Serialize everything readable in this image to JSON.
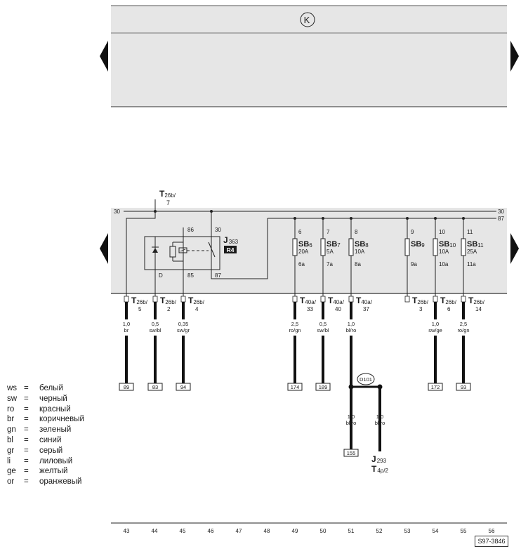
{
  "header": {
    "symbol": "K"
  },
  "top_label": {
    "connector": "T",
    "sub": "26b/",
    "pin": "7"
  },
  "bus": {
    "left_30": "30",
    "right_30": "30",
    "right_87": "87"
  },
  "relay": {
    "id_letter": "J",
    "id_sub": "363",
    "badge": "R4",
    "pin_86": "86",
    "pin_30": "30",
    "pin_85": "85",
    "pin_87": "87",
    "diode_label": "D"
  },
  "fuses": [
    {
      "top_pin": "6",
      "name": "SB",
      "sub": "6",
      "rating": "20A",
      "bottom_pin": "6a"
    },
    {
      "top_pin": "7",
      "name": "SB",
      "sub": "7",
      "rating": "5A",
      "bottom_pin": "7a"
    },
    {
      "top_pin": "8",
      "name": "SB",
      "sub": "8",
      "rating": "10A",
      "bottom_pin": "8a"
    },
    {
      "top_pin": "9",
      "name": "SB",
      "sub": "9",
      "rating": "",
      "bottom_pin": "9a"
    },
    {
      "top_pin": "10",
      "name": "SB",
      "sub": "10",
      "rating": "10A",
      "bottom_pin": "10a"
    },
    {
      "top_pin": "11",
      "name": "SB",
      "sub": "11",
      "rating": "25A",
      "bottom_pin": "11a"
    }
  ],
  "connectors": [
    {
      "main": "T",
      "sub": "26b/",
      "pin": "5"
    },
    {
      "main": "T",
      "sub": "26b/",
      "pin": "2"
    },
    {
      "main": "T",
      "sub": "26b/",
      "pin": "4"
    },
    {
      "main": "T",
      "sub": "40a/",
      "pin": "33"
    },
    {
      "main": "T",
      "sub": "40a/",
      "pin": "40"
    },
    {
      "main": "T",
      "sub": "40a/",
      "pin": "37"
    },
    {
      "main": "T",
      "sub": "26b/",
      "pin": "3"
    },
    {
      "main": "T",
      "sub": "26b/",
      "pin": "6"
    },
    {
      "main": "T",
      "sub": "26b/",
      "pin": "14"
    }
  ],
  "wires": [
    {
      "size": "1,0",
      "color": "br",
      "ref": "89"
    },
    {
      "size": "0,5",
      "color": "sw/bl",
      "ref": "83"
    },
    {
      "size": "0,35",
      "color": "sw/gr",
      "ref": "94"
    },
    {
      "size": "2,5",
      "color": "ro/gn",
      "ref": "174"
    },
    {
      "size": "0,5",
      "color": "sw/bl",
      "ref": "189"
    },
    {
      "size": "1,0",
      "color": "bl/ro",
      "ref": ""
    },
    {
      "size": "1,0",
      "color": "sw/ge",
      "ref": "172"
    },
    {
      "size": "2,5",
      "color": "ro/gn",
      "ref": "93"
    }
  ],
  "splice": {
    "label": "D101"
  },
  "branches": [
    {
      "size": "1,0",
      "color": "bl/ro",
      "ref": "155"
    },
    {
      "size": "1,0",
      "color": "bl/ro"
    }
  ],
  "destination": {
    "main": "J",
    "main_sub": "293",
    "connector": "T",
    "connector_sub": "4p/2"
  },
  "legend": [
    {
      "code": "ws",
      "eq": "=",
      "name": "белый"
    },
    {
      "code": "sw",
      "eq": "=",
      "name": "черный"
    },
    {
      "code": "ro",
      "eq": "=",
      "name": "красный"
    },
    {
      "code": "br",
      "eq": "=",
      "name": "коричневый"
    },
    {
      "code": "gn",
      "eq": "=",
      "name": "зеленый"
    },
    {
      "code": "bl",
      "eq": "=",
      "name": "синий"
    },
    {
      "code": "gr",
      "eq": "=",
      "name": "серый"
    },
    {
      "code": "li",
      "eq": "=",
      "name": "лиловый"
    },
    {
      "code": "ge",
      "eq": "=",
      "name": "желтый"
    },
    {
      "code": "or",
      "eq": "=",
      "name": "оранжевый"
    }
  ],
  "track_numbers": [
    "43",
    "44",
    "45",
    "46",
    "47",
    "48",
    "49",
    "50",
    "51",
    "52",
    "53",
    "54",
    "55",
    "56"
  ],
  "drawing_number": "S97-3846",
  "colors": {
    "panel": "#e6e6e6",
    "line": "#222222",
    "wire": "#111111",
    "label_bg": "#1a1a1a"
  }
}
